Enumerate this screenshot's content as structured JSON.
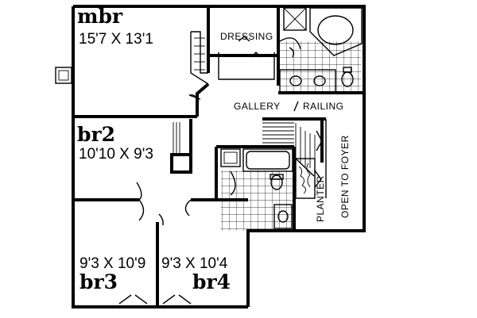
{
  "rooms": {
    "mbr": {
      "name": "mbr",
      "dims": "15'7 X 13'1"
    },
    "br2": {
      "name": "br2",
      "dims": "10'10 X 9'3"
    },
    "br3": {
      "name": "br3",
      "dims": "9'3 X 10'9"
    },
    "br4": {
      "name": "br4",
      "dims": "9'3 X 10'4"
    }
  },
  "labels": {
    "dressing": "DRESSING",
    "gallery": "GALLERY",
    "railing": "RAILING",
    "planter": "PLANTER",
    "open_to_foyer": "OPEN TO FOYER"
  }
}
